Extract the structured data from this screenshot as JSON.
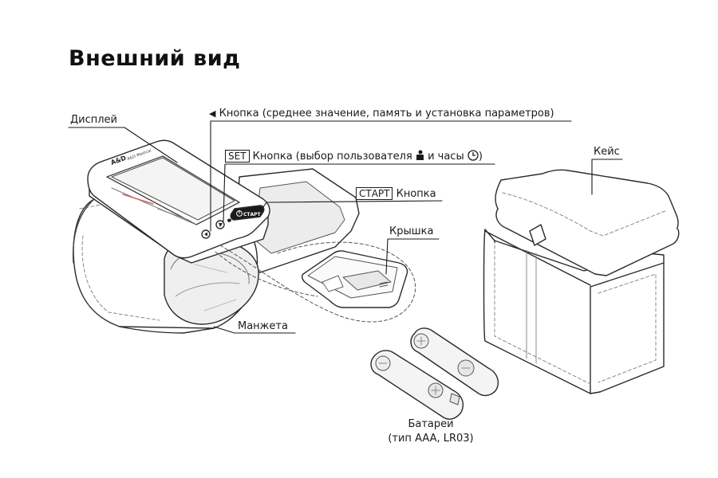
{
  "title": "Внешний вид",
  "labels": {
    "display": "Дисплей",
    "avg_button_icon": "◀",
    "avg_button": "Кнопка (среднее значение, память и установка параметров)",
    "set_key": "SET",
    "set_button_pre": "Кнопка (выбор пользователя",
    "set_button_mid": "и часы",
    "set_button_post": ")",
    "start_key": "СТАРТ",
    "start_button": "Кнопка",
    "cover": "Крышка",
    "cuff": "Манжета",
    "case": "Кейс",
    "batteries_line1": "Батареи",
    "batteries_line2": "(тип AAA, LR03)"
  },
  "device_markings": {
    "brand": "A&D",
    "brand_sub": "A&D Medical",
    "start_face": "СТАРТ"
  },
  "icons": [
    "triangle-left-icon",
    "user-icon",
    "clock-icon",
    "power-icon",
    "battery-minus-icon",
    "battery-plus-icon"
  ]
}
